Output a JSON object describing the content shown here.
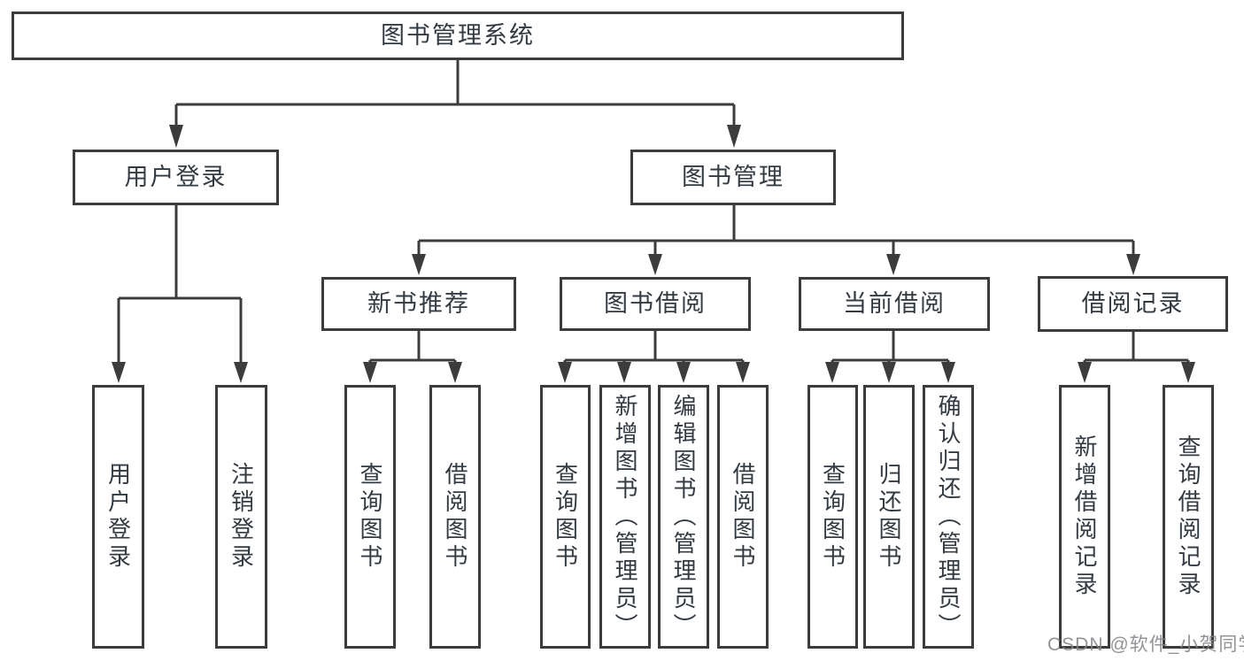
{
  "diagram": {
    "type": "hierarchy-tree",
    "line_color": "#3c3c3c",
    "text_color": "#333a42",
    "background_color": "#ffffff",
    "watermark_color": "#84848a",
    "root": {
      "label": "图书管理系统"
    },
    "l2": {
      "userLogin": "用户登录",
      "bookMgmt": "图书管理"
    },
    "l3": {
      "newBookRec": "新书推荐",
      "bookBorrow": "图书借阅",
      "currentBorrow": "当前借阅",
      "borrowRecord": "借阅记录"
    },
    "leaves": {
      "userLogin": "用户登录",
      "logout": "注销登录",
      "nbQuery": "查询图书",
      "nbBorrow": "借阅图书",
      "bbQuery": "查询图书",
      "bbAdd": "新增图书（管理员）",
      "bbEdit": "编辑图书（管理员）",
      "bbBorrow": "借阅图书",
      "cbQuery": "查询图书",
      "cbReturn": "归还图书",
      "cbConfirm": "确认归还（管理员）",
      "brAdd": "新增借阅记录",
      "brQuery": "查询借阅记录"
    },
    "watermark": "CSDN @软件_小贺同学"
  }
}
